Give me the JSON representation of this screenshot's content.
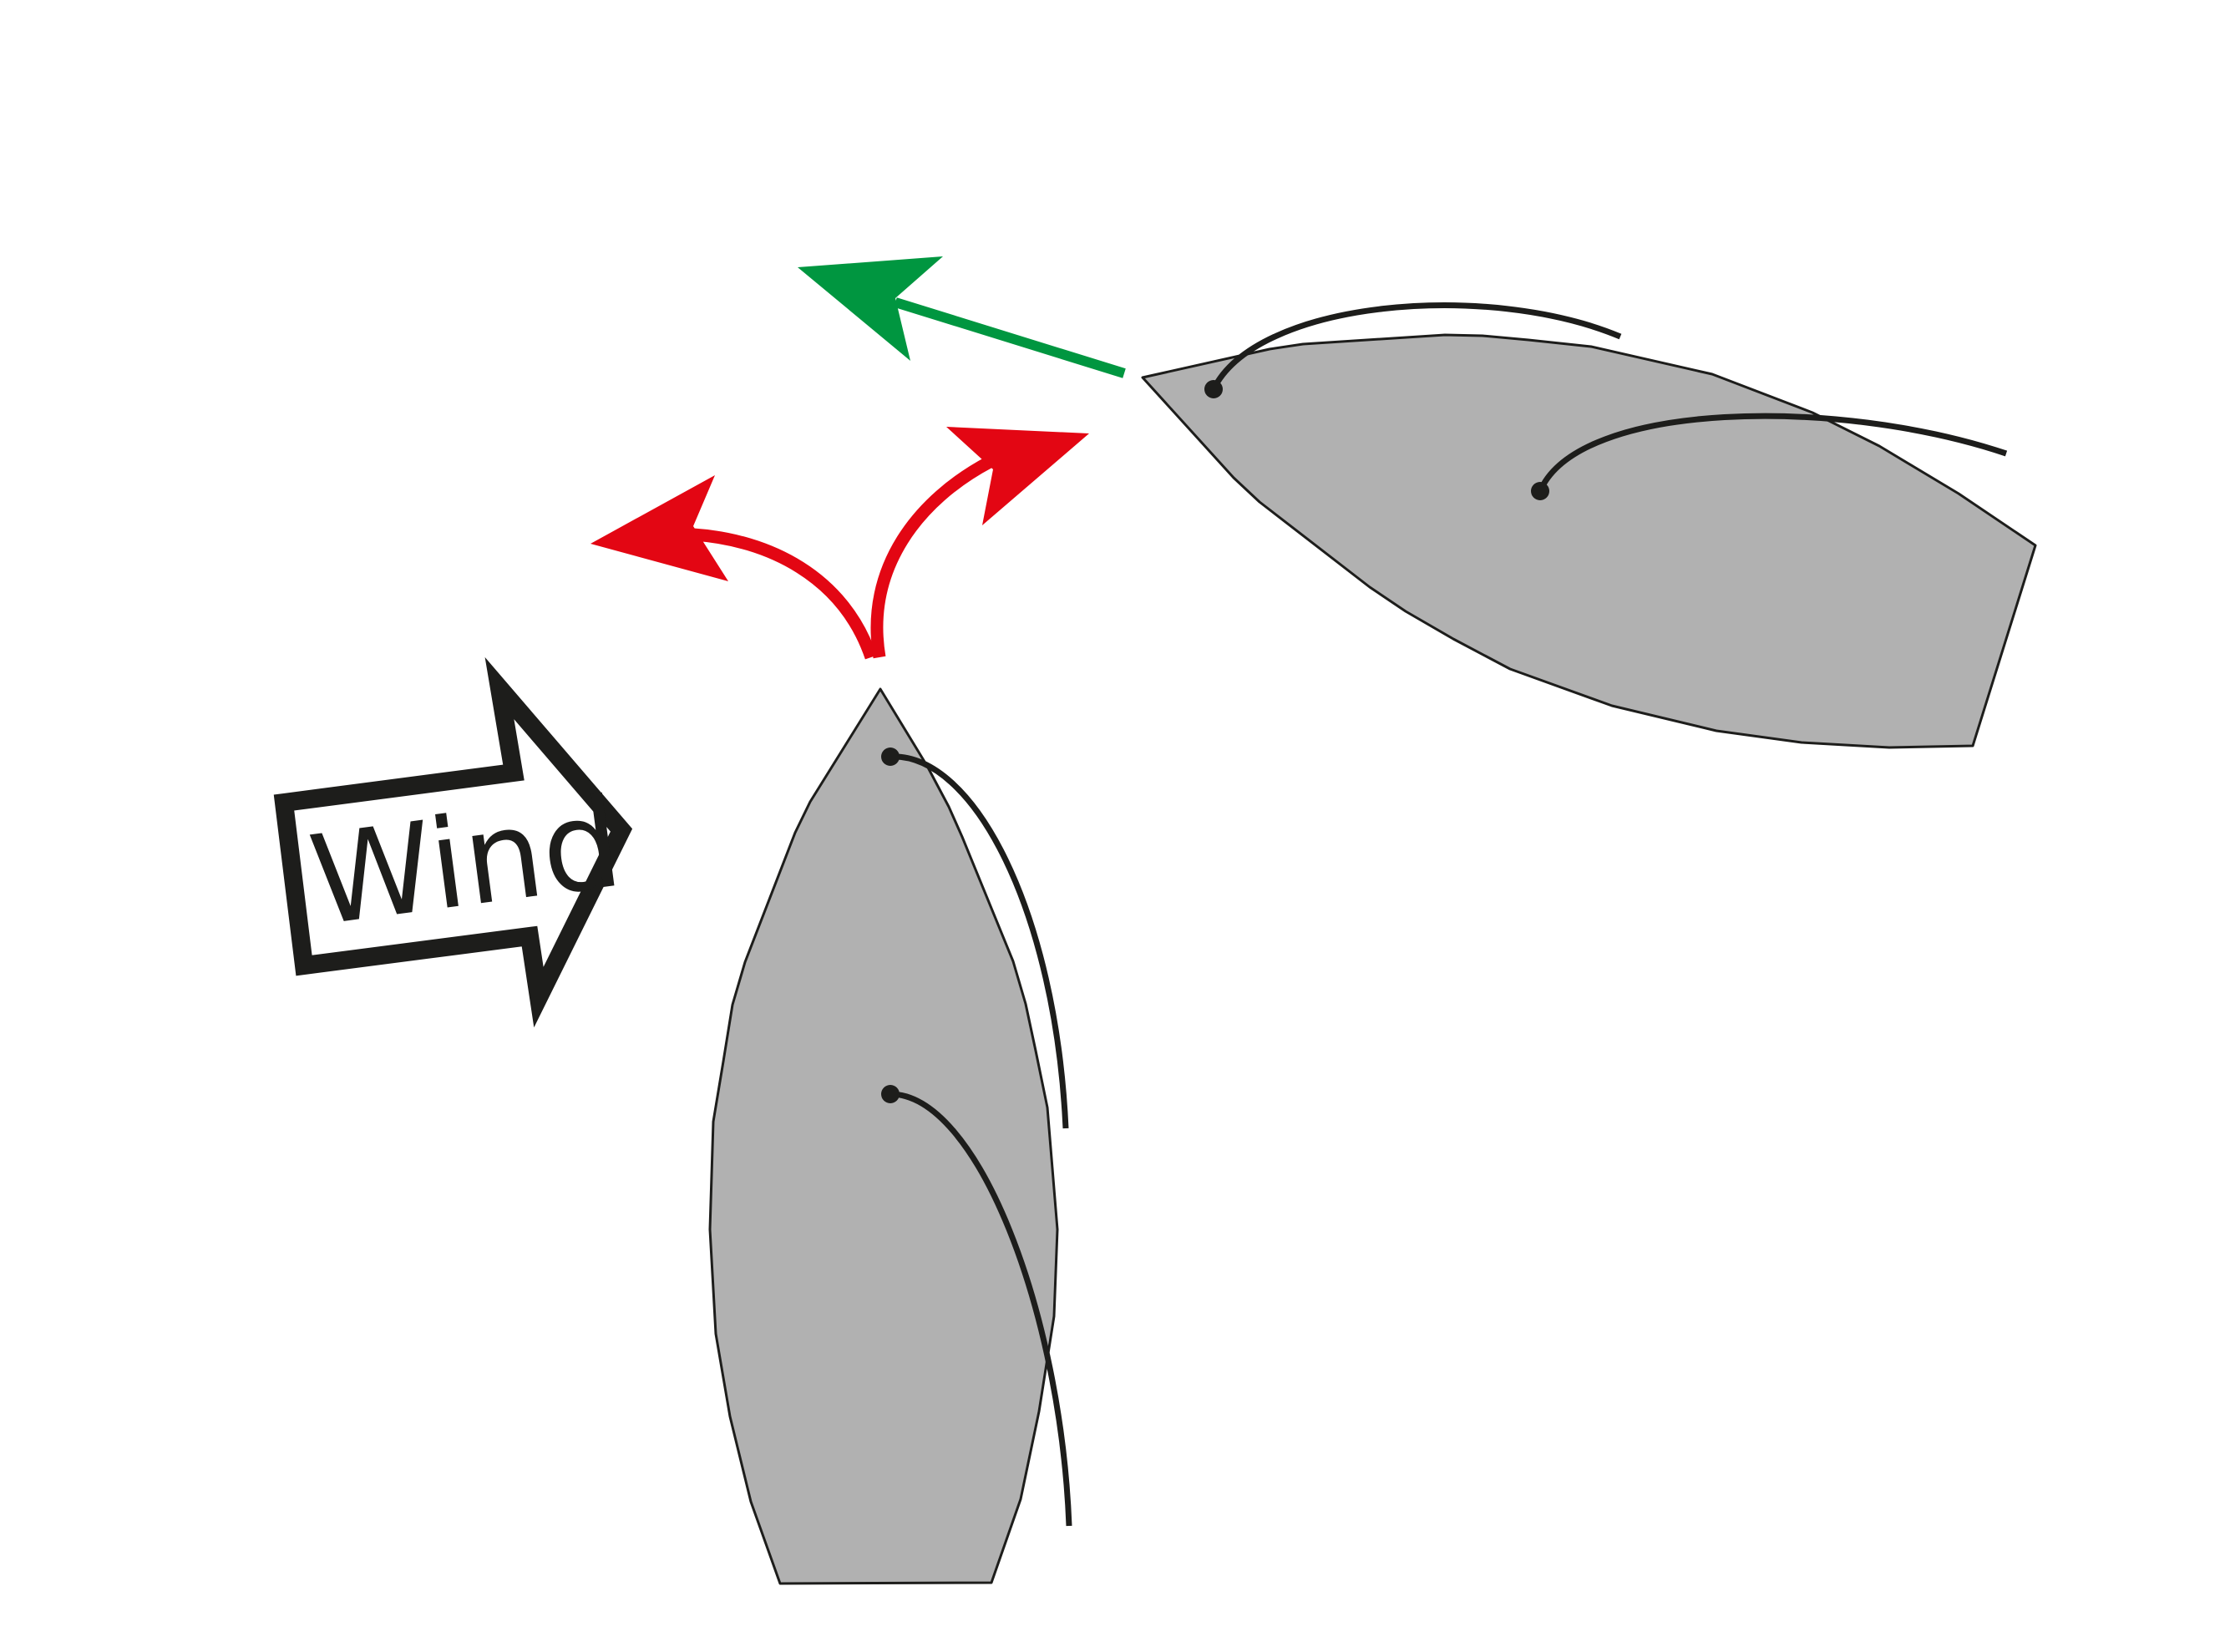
{
  "diagram": {
    "wind_label": "Wind",
    "colors": {
      "hull": "#b1b1b1",
      "outline": "#1d1d1b",
      "red_arrows": "#e30613",
      "green_arrow": "#009640",
      "background": "#ffffff"
    },
    "elements": {
      "boats": 2,
      "red_arrows": 2,
      "green_arrows": 1,
      "wind_arrows": 1
    }
  }
}
